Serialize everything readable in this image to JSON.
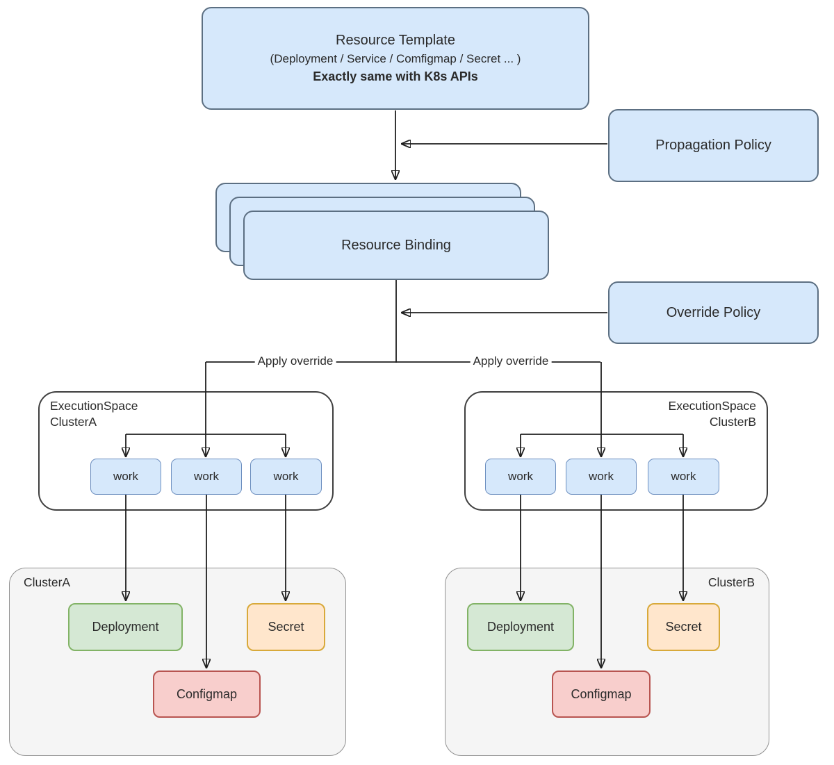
{
  "colors": {
    "blue_fill": "#d6e8fb",
    "blue_border": "#5c6f82",
    "work_fill": "#d6e8fb",
    "work_border": "#6c8ebf",
    "green_fill": "#d5e8d4",
    "green_border": "#82b366",
    "orange_fill": "#ffe6cc",
    "orange_border": "#d8a93a",
    "red_fill": "#f8cecc",
    "red_border": "#b85450",
    "gray_fill": "#f5f5f5",
    "gray_border": "#919191",
    "line_color": "#1f1f1f",
    "text_color": "#2a2a2a",
    "container_border": "#3f3f3f"
  },
  "template_box": {
    "title": "Resource Template",
    "subtitle": "(Deployment / Service / Comfigmap / Secret ... )",
    "note": "Exactly same with K8s APIs"
  },
  "propagation_policy": {
    "label": "Propagation Policy"
  },
  "resource_binding": {
    "label": "Resource Binding"
  },
  "override_policy": {
    "label": "Override Policy"
  },
  "edges": {
    "apply_override_left": "Apply override",
    "apply_override_right": "Apply override"
  },
  "execution_spaces": {
    "a": {
      "name": "ExecutionSpace",
      "cluster": "ClusterA",
      "works": [
        "work",
        "work",
        "work"
      ]
    },
    "b": {
      "name": "ExecutionSpace",
      "cluster": "ClusterB",
      "works": [
        "work",
        "work",
        "work"
      ]
    }
  },
  "clusters": {
    "a": {
      "label": "ClusterA",
      "resources": {
        "deployment": "Deployment",
        "secret": "Secret",
        "configmap": "Configmap"
      }
    },
    "b": {
      "label": "ClusterB",
      "resources": {
        "deployment": "Deployment",
        "secret": "Secret",
        "configmap": "Configmap"
      }
    }
  }
}
